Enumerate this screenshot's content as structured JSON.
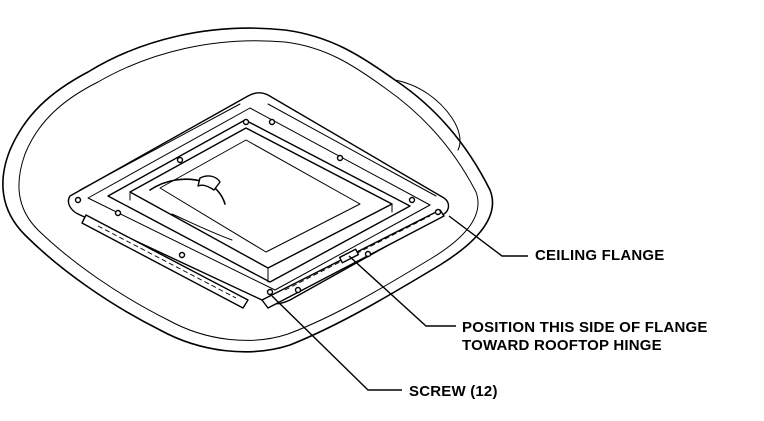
{
  "callouts": {
    "ceiling_flange": "CEILING FLANGE",
    "position_line1": "POSITION THIS SIDE OF FLANGE",
    "position_line2": "TOWARD ROOFTOP HINGE",
    "screw": "SCREW (12)"
  }
}
